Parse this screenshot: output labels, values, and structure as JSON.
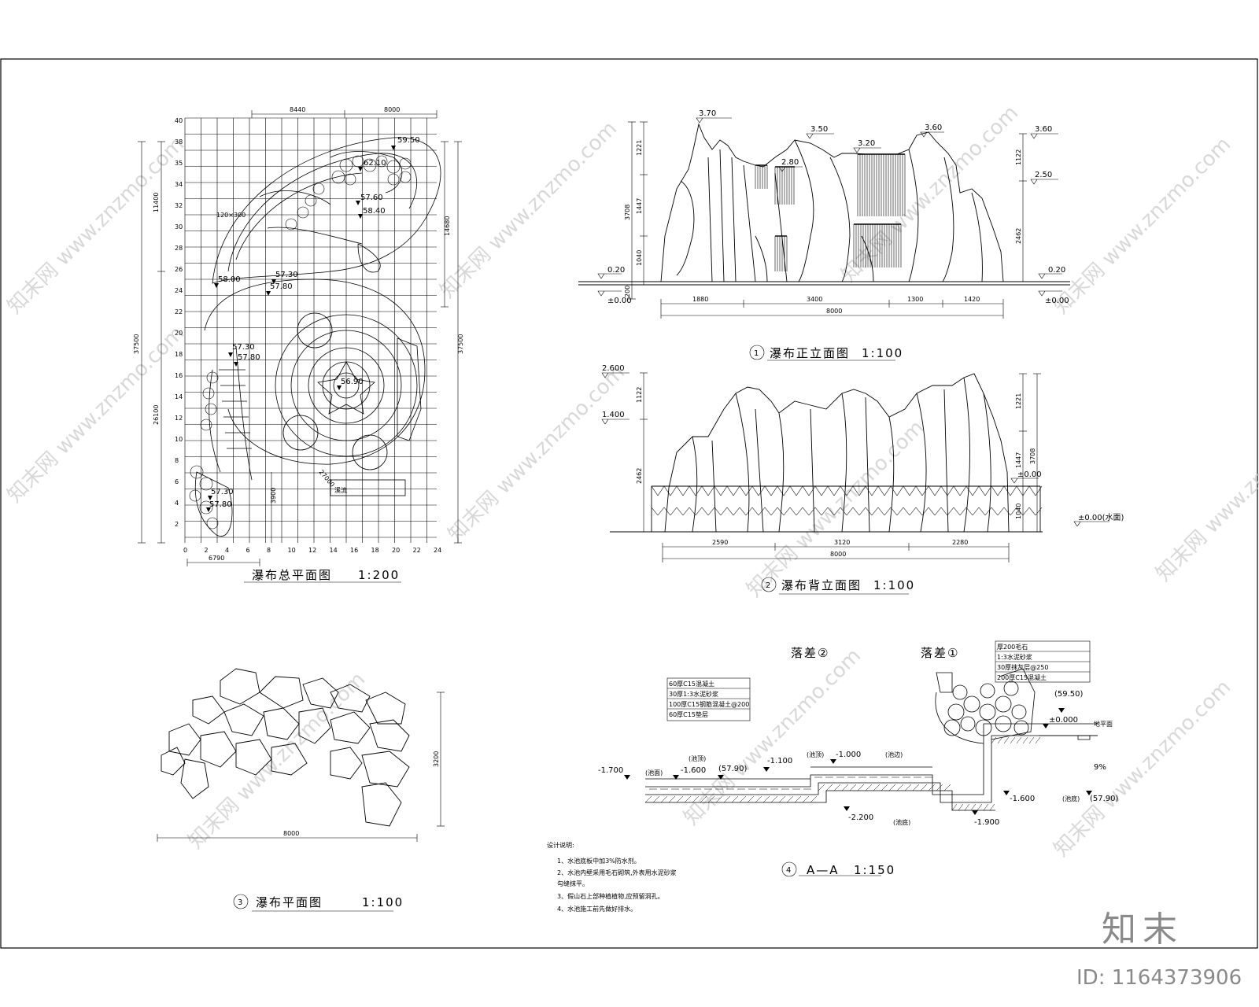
{
  "plan_total": {
    "caption": "瀑布总平面图",
    "scale": "1:200",
    "dims": {
      "top_a": "8440",
      "top_b": "8000",
      "left_total": "37500",
      "left_upper": "11400",
      "left_lower": "26100",
      "right_total": "37500",
      "right_upper": "14680",
      "bottom": "6790",
      "mid_a": "3900",
      "mid_b": "27000"
    },
    "y_ticks": [
      "40",
      "38",
      "35",
      "34",
      "32",
      "30",
      "28",
      "26",
      "24",
      "22",
      "20",
      "18",
      "16",
      "14",
      "12",
      "10",
      "8",
      "6",
      "4",
      "2"
    ],
    "x_ticks": [
      "0",
      "2",
      "4",
      "6",
      "8",
      "10",
      "12",
      "14",
      "16",
      "18",
      "20",
      "22",
      "24"
    ],
    "elevations": [
      "59.50",
      "62.10",
      "57.60",
      "58.40",
      "58.00",
      "57.30",
      "57.80",
      "57.30",
      "57.80",
      "56.90",
      "57.30",
      "57.80"
    ],
    "labels": {
      "stair": "120×300",
      "board": "溪流"
    }
  },
  "front_elev": {
    "number": "1",
    "caption": "瀑布正立面图",
    "scale": "1:100",
    "peaks": [
      "3.70",
      "3.50",
      "3.20",
      "2.80",
      "3.60",
      "3.60",
      "2.50"
    ],
    "levels": [
      "0.20",
      "0.20",
      "±0.00",
      "±0.00"
    ],
    "left_dims": [
      "1221",
      "1447",
      "1040",
      "3708",
      "200"
    ],
    "right_dims": [
      "1122",
      "2462"
    ],
    "bottom_dims": [
      "1880",
      "3400",
      "1300",
      "1420"
    ],
    "bottom_total": "8000"
  },
  "back_elev": {
    "number": "2",
    "caption": "瀑布背立面图",
    "scale": "1:100",
    "levels": [
      "2.600",
      "1.400",
      "±0.00",
      "±0.00(水面)"
    ],
    "left_dims": [
      "1122",
      "2462"
    ],
    "right_dims": [
      "1221",
      "1447",
      "1040",
      "3708"
    ],
    "bottom_dims": [
      "2590",
      "3120",
      "2280"
    ],
    "bottom_total": "8000"
  },
  "plan_small": {
    "number": "3",
    "caption": "瀑布平面图",
    "scale": "1:100",
    "width": "8000",
    "height": "3200"
  },
  "section": {
    "number": "4",
    "caption": "A—A",
    "scale": "1:150",
    "drop_a": "落差②",
    "drop_b": "落差①",
    "levels": [
      "-1.700",
      "-1.600",
      "(57.90)",
      "-1.100",
      "-1.000",
      "-2.200",
      "(59.50)",
      "±0.000",
      "-1.600",
      "(57.90)",
      "-1.900"
    ],
    "tags": [
      "(池面)",
      "(池顶)",
      "(池顶)",
      "(池边)",
      "(池底)",
      "(池底)",
      "地平面",
      "9%"
    ],
    "layers_left": [
      "60厚C15混凝土",
      "30厚1:3水泥砂浆",
      "100厚C15钢筋混凝土@200",
      "60厚C15垫层"
    ],
    "layers_right": [
      "厚200毛石",
      "1:3水泥砂浆",
      "30厚抹灰层@250",
      "200厚C15混凝土"
    ],
    "notes_title": "设计说明:",
    "notes": [
      "1、水池底板中加3%防水剂。",
      "2、水池内壁采用毛石砌筑,外表用水泥砂浆",
      "   勾缝抹平。",
      "3、假山石上部种植植物,应预留洞孔。",
      "4、水池施工前先做好排水。"
    ]
  },
  "watermarks": [
    "知末网 www.znzmo.com"
  ],
  "brand": "知末",
  "id_label": "ID: 1164373906"
}
